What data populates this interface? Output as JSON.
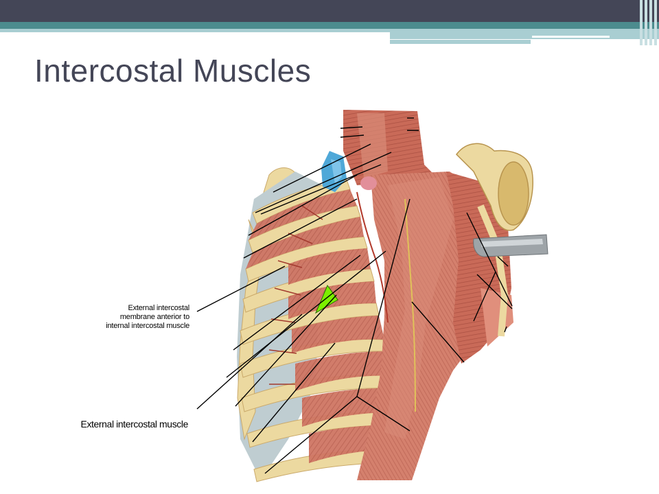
{
  "slide": {
    "title": "Intercostal Muscles"
  },
  "labels": {
    "external_intercostal_membrane": [
      "External intercostal",
      "membrane anterior to",
      "internal intercostal muscle"
    ],
    "external_intercostal_muscle": "External intercostal muscle"
  },
  "colors": {
    "header_bar": "#444657",
    "accent_teal": "#4c8c8e",
    "accent_light": "#a9ced2",
    "title_text": "#444657",
    "muscle": "#cf7563",
    "bone": "#ecd9a0",
    "cartilage": "#b9c7cc",
    "pointer_arrow": "#7cf000"
  }
}
